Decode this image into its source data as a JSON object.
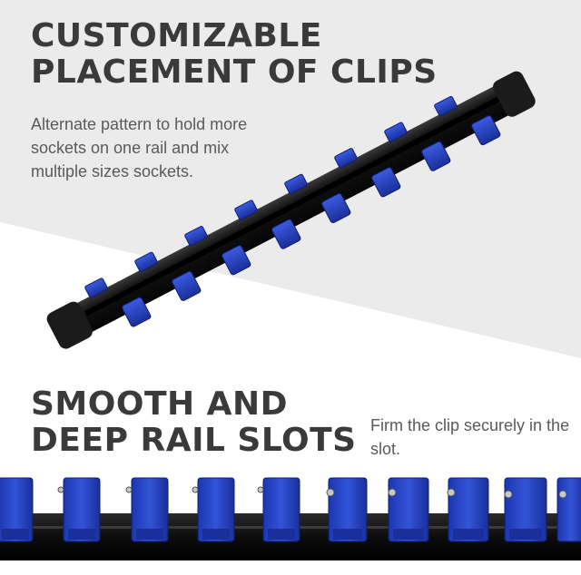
{
  "colors": {
    "background_light": "#ebebeb",
    "background_white": "#ffffff",
    "heading": "#3a3a3a",
    "body_text": "#5a5a5a",
    "clip_blue": "#1f3fbf",
    "rail_black": "#111111"
  },
  "section_top": {
    "heading_line1": "CUSTOMIZABLE",
    "heading_line2": "PLACEMENT OF CLIPS",
    "description": "Alternate pattern to hold more sockets on one rail and mix multiple sizes sockets."
  },
  "section_bottom": {
    "heading_line1": "SMOOTH AND",
    "heading_line2": "DEEP RAIL SLOTS",
    "description": "Firm the clip securely in the slot."
  }
}
